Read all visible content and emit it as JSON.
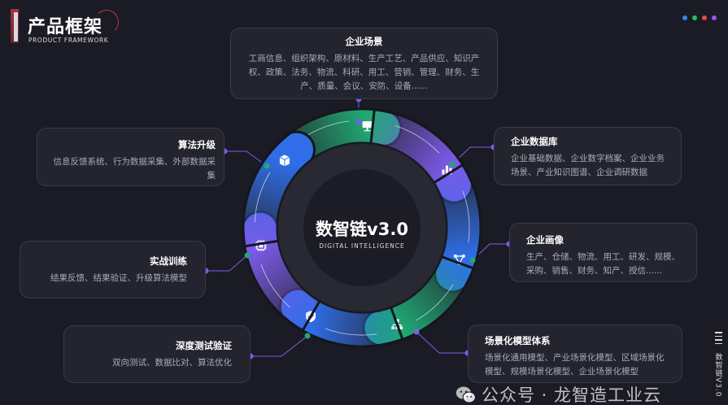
{
  "header": {
    "title": "产品框架",
    "subtitle": "PRODUCT FRAMEWORK"
  },
  "top_dots": [
    "#3b82f6",
    "#22c55e",
    "#ef4444",
    "#8b5cf6"
  ],
  "center": {
    "title": "数智链v3.0",
    "subtitle": "DIGITAL INTELLIGENCE"
  },
  "colors": {
    "green": "#1fa873",
    "purple": "#7b5ae8",
    "blue": "#2f6ee8",
    "connector": "#7b5cf0"
  },
  "segments": [
    {
      "icon": "monitor-chart-icon",
      "color": "green"
    },
    {
      "icon": "bar-chart-icon",
      "color": "purple"
    },
    {
      "icon": "network-graph-icon",
      "color": "blue"
    },
    {
      "icon": "org-chart-icon",
      "color": "green"
    },
    {
      "icon": "shield-check-icon",
      "color": "blue"
    },
    {
      "icon": "chip-icon",
      "color": "purple"
    },
    {
      "icon": "cube-icon",
      "color": "blue"
    }
  ],
  "cards": {
    "scene": {
      "title": "企业场景",
      "text": "工商信息、组织架构、原材料、生产工艺、产品供应、知识产权、政策、法务、物流、科研、用工、营销、管理、财务、生产、质量、会议、安防、设备......"
    },
    "database": {
      "title": "企业数据库",
      "text": "企业基础数据、企业数字档案、企业业务场景、产业知识图谱、企业调研数据"
    },
    "portrait": {
      "title": "企业画像",
      "text": "生产、仓储、物流、用工、研发、规模、采购、销售、财务、知产、授信......"
    },
    "model": {
      "title": "场景化模型体系",
      "text": "场景化通用模型、产业场景化模型、区域场景化模型、规模场景化模型、企业场景化模型"
    },
    "algorithm": {
      "title": "算法升级",
      "text": "信息反馈系统、行为数据采集、外部数据采集"
    },
    "training": {
      "title": "实战训练",
      "text": "结果反馈、结果验证、升级算法模型"
    },
    "testing": {
      "title": "深度测试验证",
      "text": "双向测试、数据比对、算法优化"
    }
  },
  "side_label": "数智链V3.0",
  "watermark": "公众号 · 龙智造工业云"
}
